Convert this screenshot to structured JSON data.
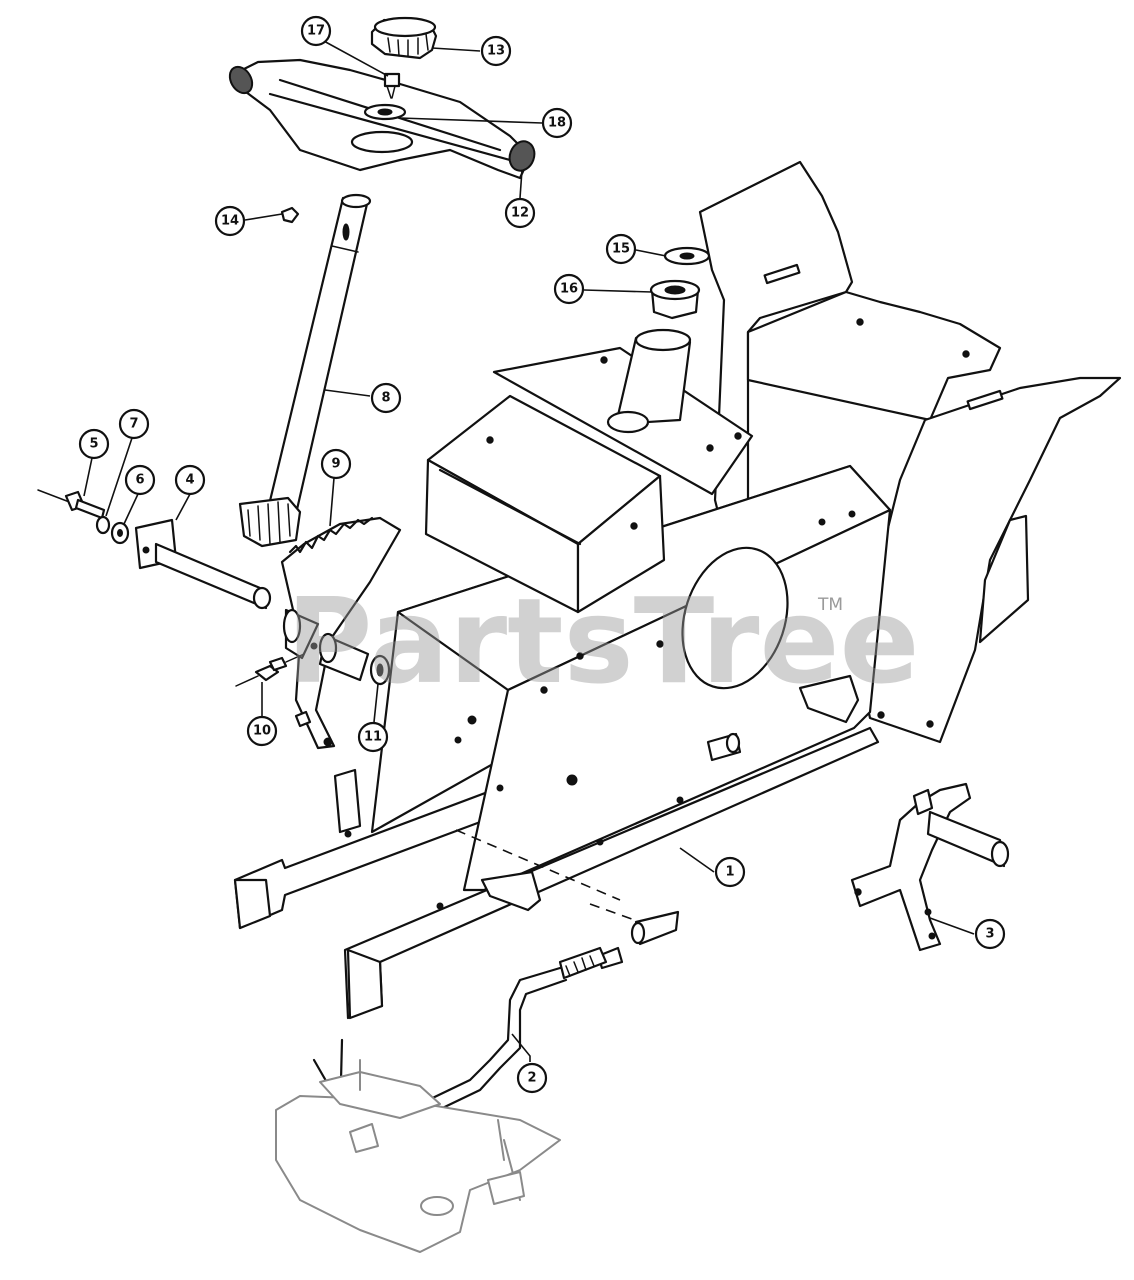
{
  "watermark": {
    "text": "PartsTree",
    "trademark": "TM"
  },
  "callouts": [
    {
      "label": "1"
    },
    {
      "label": "2"
    },
    {
      "label": "3"
    },
    {
      "label": "4"
    },
    {
      "label": "5"
    },
    {
      "label": "6"
    },
    {
      "label": "7"
    },
    {
      "label": "8"
    },
    {
      "label": "9"
    },
    {
      "label": "10"
    },
    {
      "label": "11"
    },
    {
      "label": "12"
    },
    {
      "label": "13"
    },
    {
      "label": "14"
    },
    {
      "label": "15"
    },
    {
      "label": "16"
    },
    {
      "label": "17"
    },
    {
      "label": "18"
    }
  ]
}
